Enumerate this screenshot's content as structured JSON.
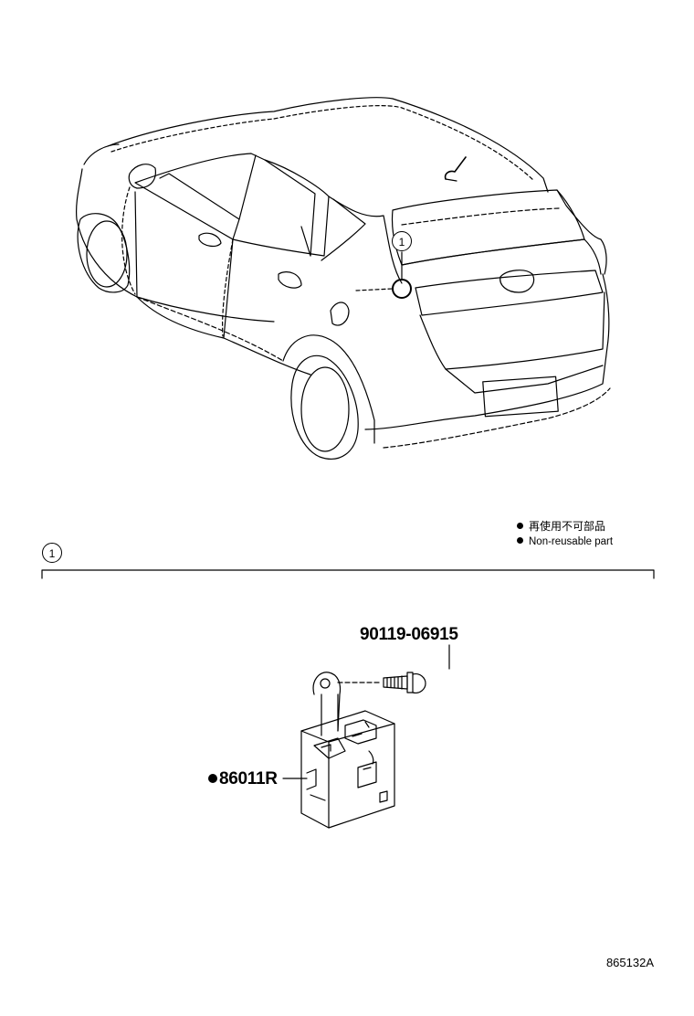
{
  "callouts": {
    "car_callout": "1",
    "section_callout": "1"
  },
  "legend": {
    "non_reusable_jp": "再使用不可部品",
    "non_reusable_en": "Non-reusable part"
  },
  "parts": {
    "bolt_number": "90119-06915",
    "antenna_amplifier_number": "86011R"
  },
  "drawing_id": "865132A",
  "icons": [
    "non-reusable-dot-icon"
  ]
}
